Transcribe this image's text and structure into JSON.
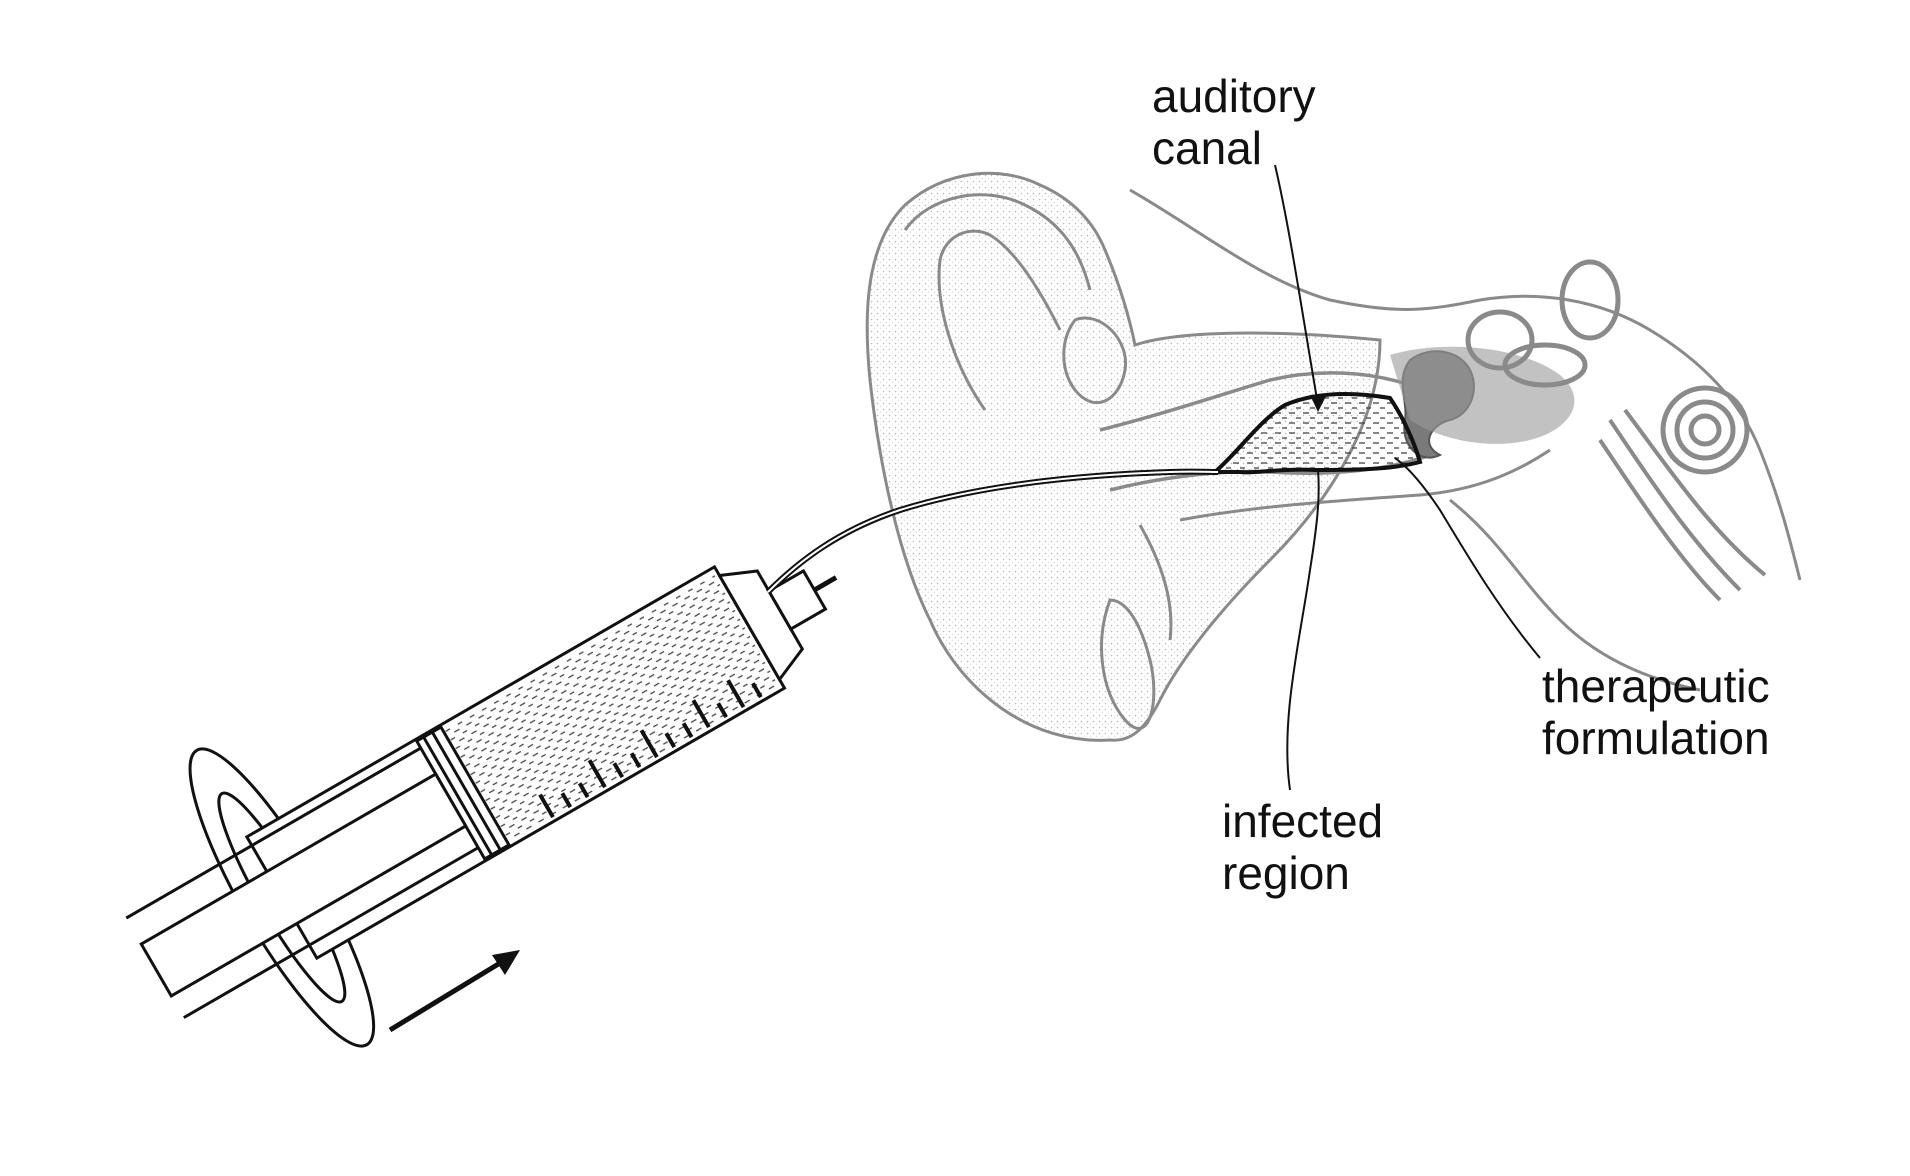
{
  "labels": {
    "auditory_canal": [
      "auditory",
      "canal"
    ],
    "therapeutic_formulation": [
      "therapeutic",
      "formulation"
    ],
    "infected_region": [
      "infected",
      "region"
    ]
  },
  "colors": {
    "ink": "#111111",
    "anatomy_line": "#8a8a8a",
    "anatomy_shade": "#d6d6d6",
    "background": "#ffffff"
  }
}
